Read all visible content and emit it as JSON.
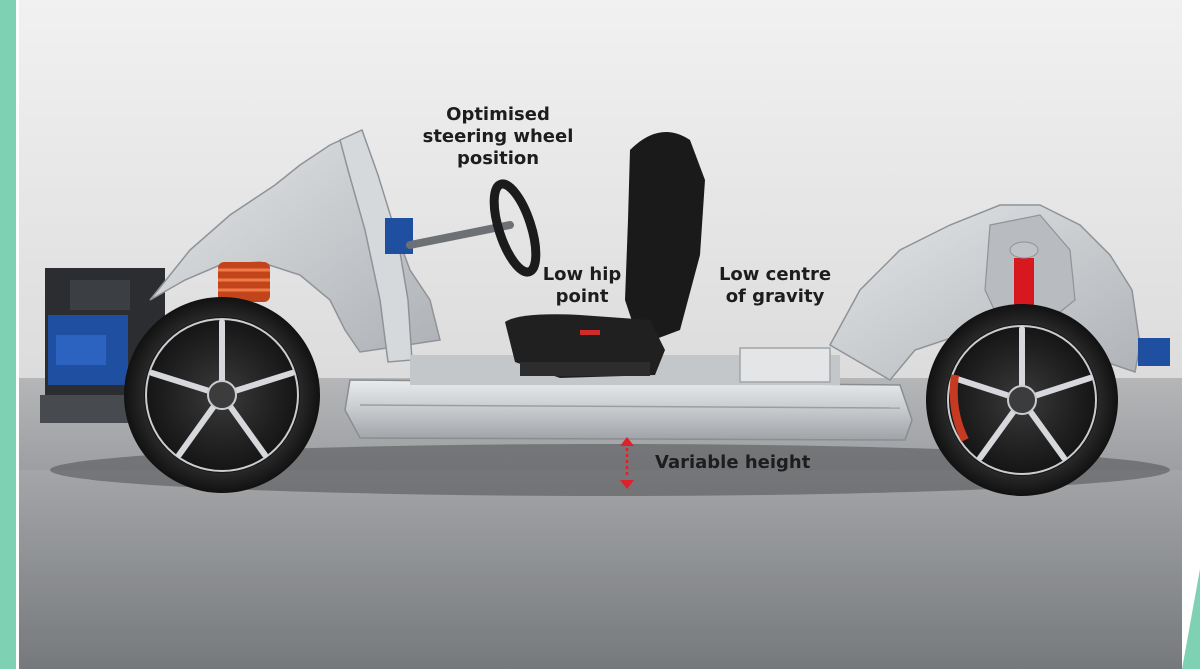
{
  "image": {
    "subject": "car-chassis-platform-photo",
    "colors": {
      "backdrop": "#ececec",
      "floor": "#8c8f92",
      "accent_edge": "#7fd1b4",
      "arrow": "#e0202a",
      "spring": "#d24a1c",
      "blue_parts": "#1f4fa0",
      "frame_silver": "#cfd2d5"
    }
  },
  "callouts": {
    "steering": [
      "Optimised",
      "steering wheel",
      "position"
    ],
    "hip": [
      "Low hip",
      "point"
    ],
    "gravity": [
      "Low centre",
      "of gravity"
    ],
    "height": "Variable height"
  }
}
